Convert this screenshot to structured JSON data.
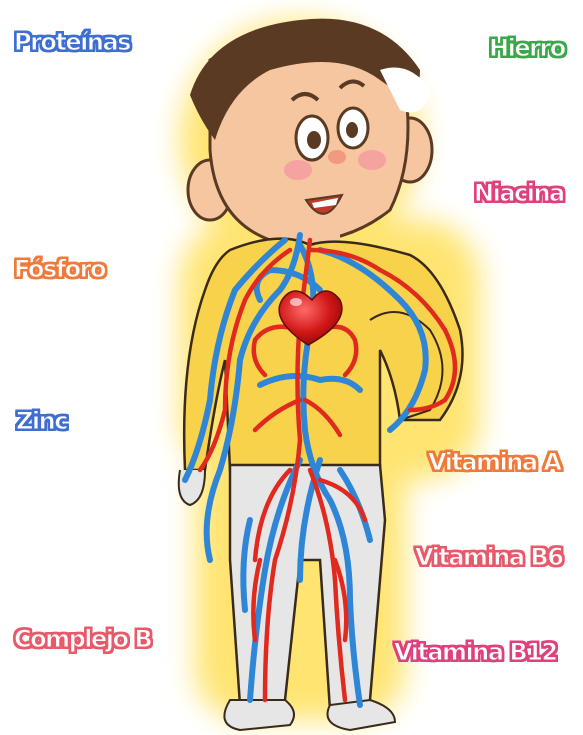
{
  "labels": {
    "proteinas": "Proteínas",
    "hierro": "Hierro",
    "niacina": "Niacina",
    "fosforo": "Fósforo",
    "zinc": "Zinc",
    "vitamina_a": "Vitamina A",
    "vitamina_b6": "Vitamina B6",
    "complejo_b": "Complejo B",
    "vitamina_b12": "Vitamina B12"
  },
  "colors": {
    "proteinas": "#3f6fd0",
    "hierro": "#3aa84a",
    "niacina": "#e0407f",
    "fosforo": "#f07a3c",
    "zinc": "#3f6fd0",
    "vitamina_a": "#f07a3c",
    "vitamina_b6": "#e85a6b",
    "complejo_b": "#e85a6b",
    "vitamina_b12": "#e0407f",
    "artery": "#e02a1f",
    "vein": "#2f86d6",
    "glow": "#ffe36b",
    "shirt": "#f7d24a",
    "pants": "#e6e6e6",
    "skin": "#f5c6a0",
    "hair": "#5a3a22"
  },
  "icons": [
    "child-body-illustration",
    "heart-icon",
    "blood-vessels"
  ]
}
